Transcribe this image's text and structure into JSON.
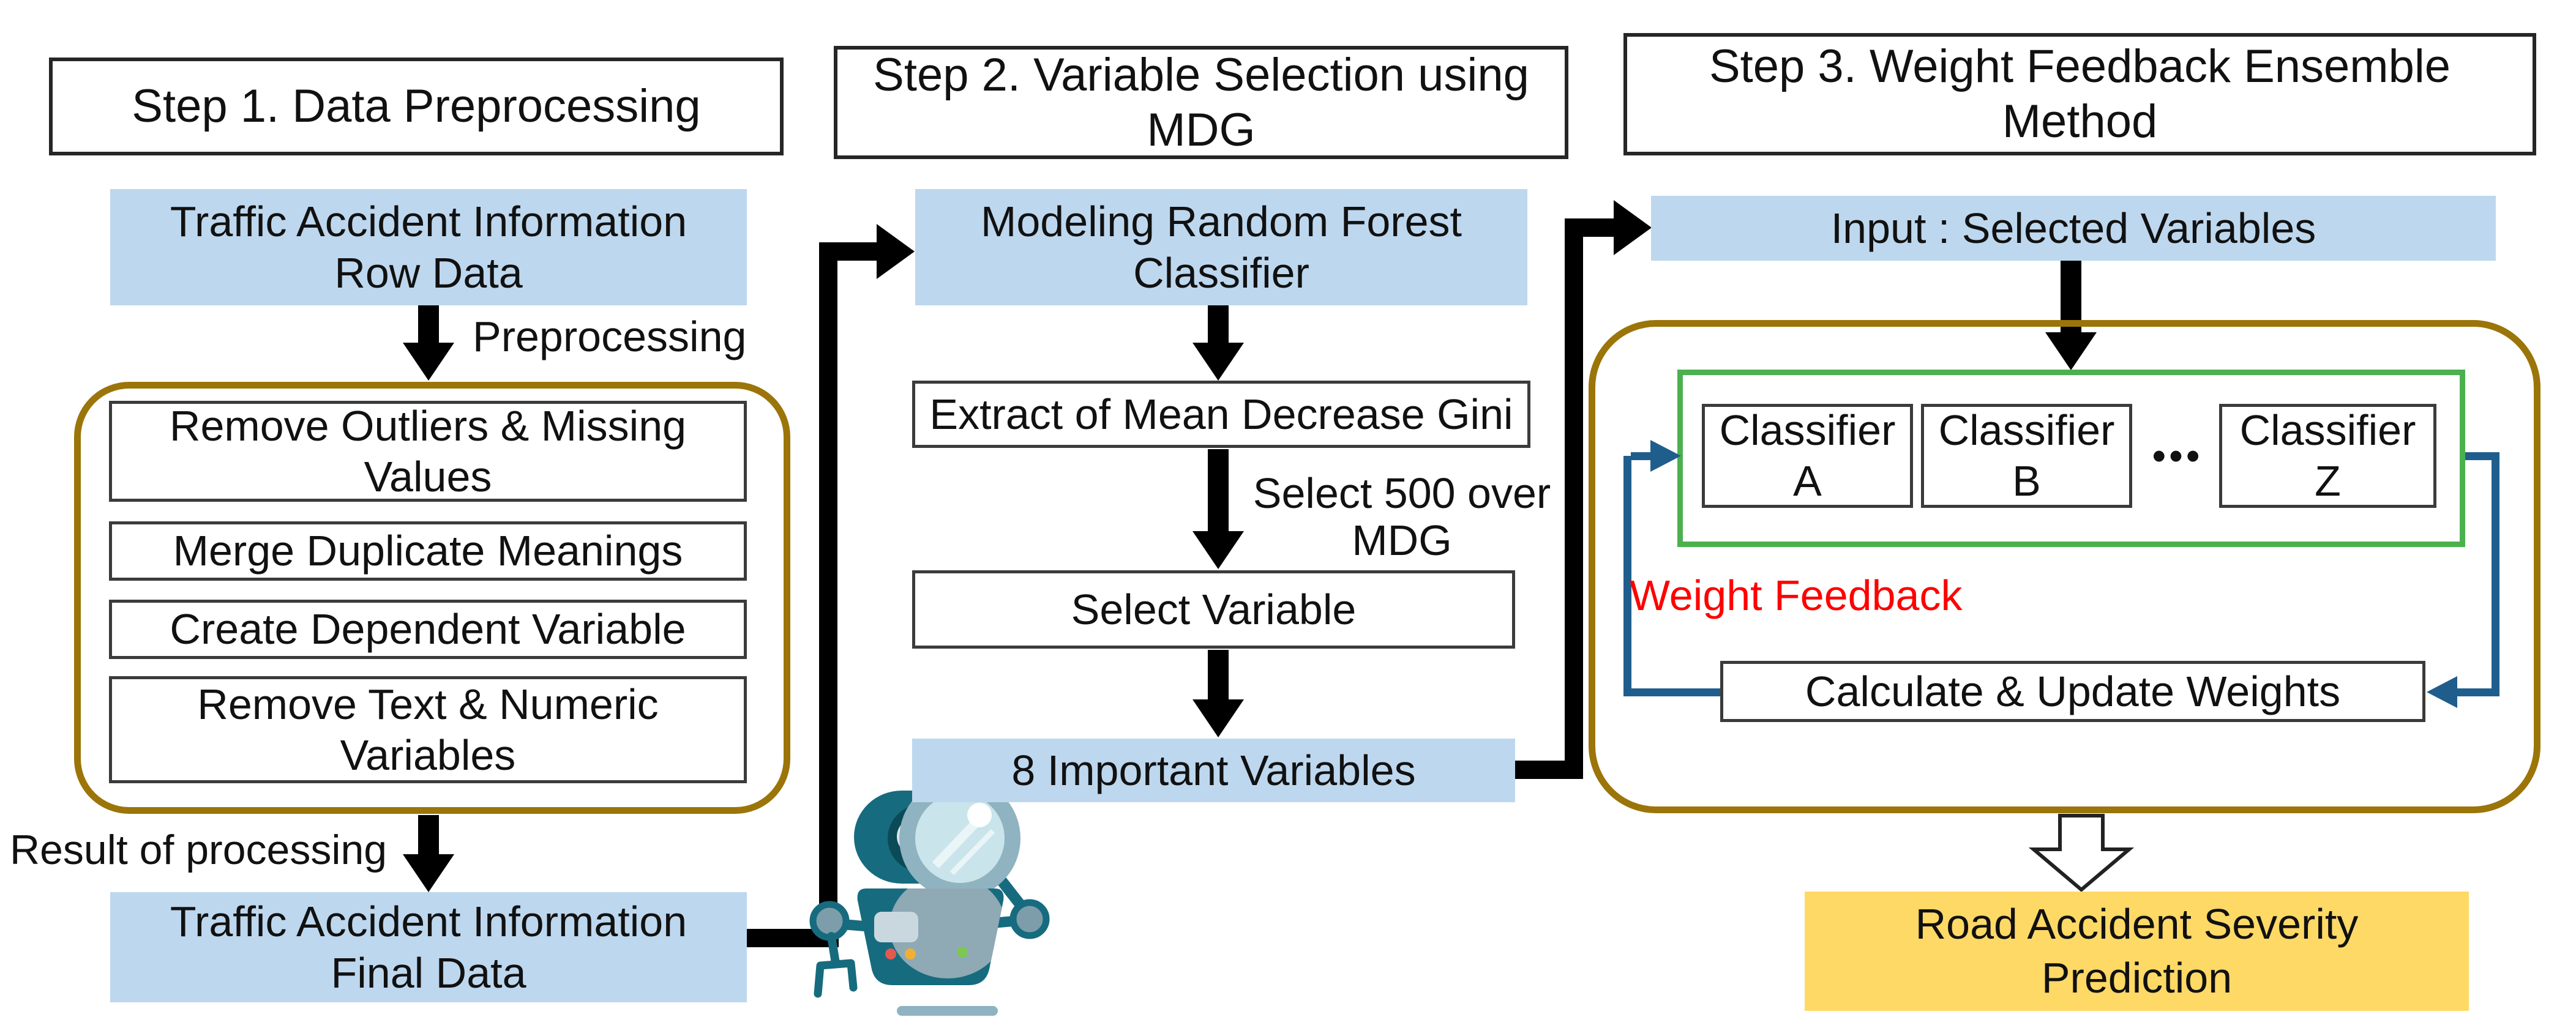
{
  "step1": {
    "title": "Step 1. Data Preprocessing",
    "source_box": "Traffic Accident Information\nRow Data",
    "arrow_label": "Preprocessing",
    "process_boxes": [
      "Remove Outliers & Missing\nValues",
      "Merge Duplicate Meanings",
      "Create Dependent Variable",
      "Remove Text & Numeric\nVariables"
    ],
    "result_label": "Result of processing",
    "final_box": "Traffic Accident Information\nFinal Data"
  },
  "step2": {
    "title": "Step 2. Variable Selection using\nMDG",
    "model_box": "Modeling Random Forest\nClassifier",
    "extract_box": "Extract of Mean Decrease Gini",
    "arrow_label": "Select 500 over\nMDG",
    "select_box": "Select Variable",
    "output_box": "8 Important Variables"
  },
  "step3": {
    "title": "Step 3. Weight Feedback Ensemble\nMethod",
    "input_box": "Input : Selected Variables",
    "classifiers": [
      "Classifier\nA",
      "Classifier\nB",
      "Classifier\nZ"
    ],
    "dots": "•••",
    "feedback_label": "Weight Feedback",
    "update_box": "Calculate & Update Weights",
    "output_box": "Road Accident Severity\nPrediction"
  },
  "icons": {
    "robot": "robot-magnifier-icon"
  },
  "colors": {
    "box_fill_blue": "#BDD7EE",
    "container_border_olive": "#9B7509",
    "classifier_border_green": "#4CB04F",
    "feedback_line_blue": "#1F5E8C",
    "result_fill_yellow": "#FFD966",
    "feedback_text_red": "#FF0000",
    "connector_black": "#000000"
  }
}
